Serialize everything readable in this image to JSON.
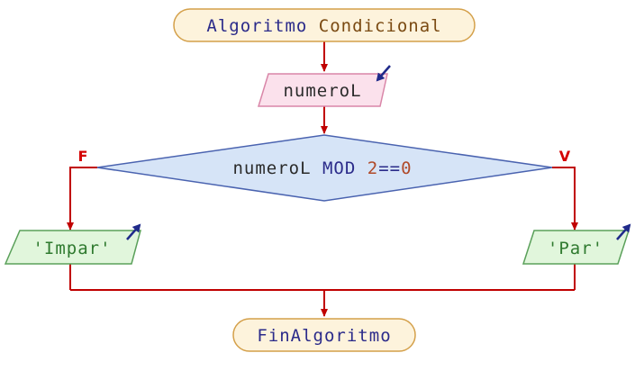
{
  "flowchart": {
    "start": {
      "keyword": "Algoritmo",
      "name": "Condicional"
    },
    "read": {
      "variable": "numeroL"
    },
    "decision": {
      "variable": "numeroL",
      "operator": "MOD",
      "divisor": "2",
      "comparison": "==",
      "value": "0"
    },
    "false_branch": {
      "label": "F",
      "output": "'Impar'"
    },
    "true_branch": {
      "label": "V",
      "output": "'Par'"
    },
    "end": {
      "label": "FinAlgoritmo"
    }
  },
  "colors": {
    "terminal_fill": "#fdf3dc",
    "terminal_stroke": "#d4a04a",
    "input_fill": "#fbe1ec",
    "input_stroke": "#d986a8",
    "decision_fill": "#d6e4f7",
    "decision_stroke": "#4a63b0",
    "output_fill": "#e1f6dc",
    "output_stroke": "#5aa05a",
    "connector": "#c00000",
    "io_arrow": "#1f2a8a"
  },
  "icons": {
    "input": "arrow-in-icon",
    "output": "arrow-out-icon"
  }
}
